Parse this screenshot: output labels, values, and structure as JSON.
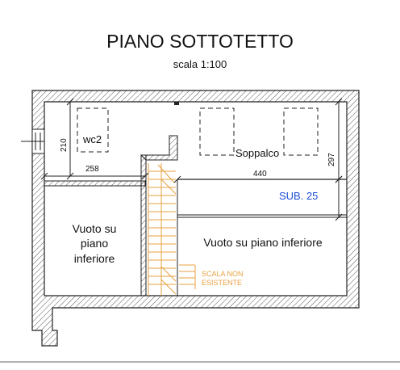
{
  "header": {
    "title": "PIANO SOTTOTETTO",
    "scale": "scala 1:100"
  },
  "rooms": {
    "wc": "wc2",
    "loft": "Soppalco",
    "void_left_line1": "Vuoto su",
    "void_left_line2": "piano",
    "void_left_line3": "inferiore",
    "void_right": "Vuoto su piano inferiore"
  },
  "dimensions": {
    "wc_height": "210",
    "wc_width": "258",
    "loft_width": "440",
    "loft_height": "297"
  },
  "labels": {
    "sub": "SUB. 25",
    "stair_line1": "SCALA NON",
    "stair_line2": "ESISTENTE"
  },
  "colors": {
    "wall": "#222222",
    "hatch": "#555555",
    "stair": "#e8a040",
    "sub_label": "#1f4fd8"
  }
}
